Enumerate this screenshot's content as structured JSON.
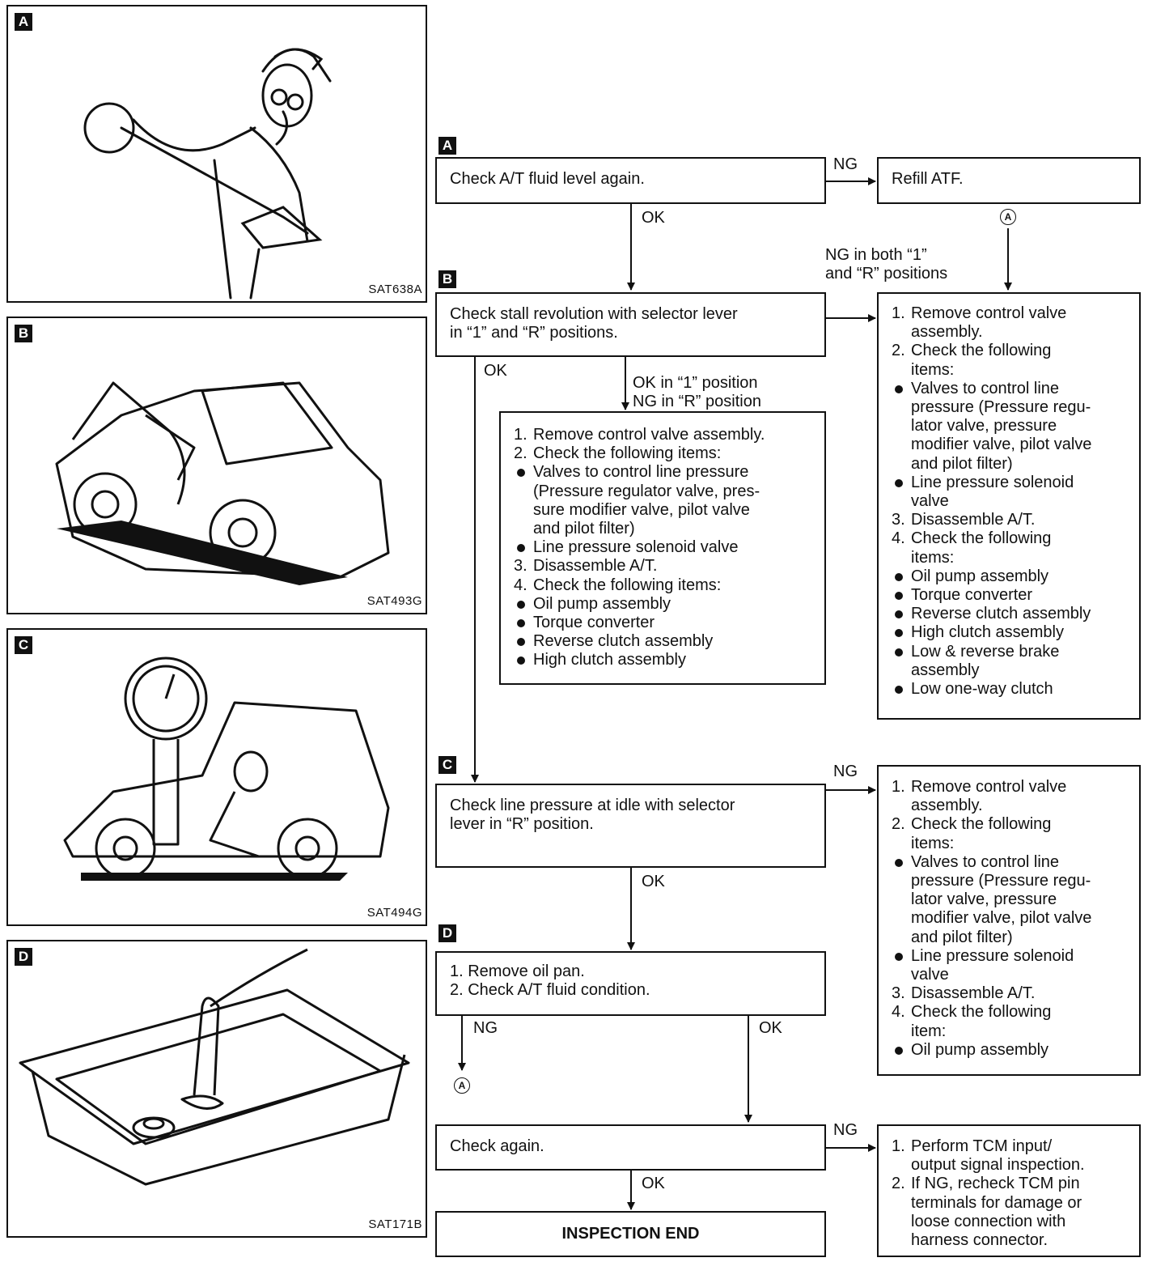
{
  "illustrations": [
    {
      "tag": "A",
      "code": "SAT638A"
    },
    {
      "tag": "B",
      "code": "SAT493G"
    },
    {
      "tag": "C",
      "code": "SAT494G"
    },
    {
      "tag": "D",
      "code": "SAT171B"
    }
  ],
  "steps": {
    "a": {
      "tag": "A",
      "text": "Check A/T fluid level again."
    },
    "b": {
      "tag": "B",
      "text": "Check stall revolution with selector lever\nin “1” and “R” positions."
    },
    "c": {
      "tag": "C",
      "text": "Check line pressure at idle with selector\nlever in “R” position."
    },
    "d": {
      "tag": "D",
      "text": "1. Remove oil pan.\n2. Check A/T fluid condition."
    },
    "again": {
      "text": "Check again."
    },
    "end": {
      "text": "INSPECTION END"
    }
  },
  "refill": {
    "text": "Refill ATF."
  },
  "labels": {
    "ng_a": "NG",
    "ok_a": "OK",
    "ng_both": "NG in both “1”\nand “R” positions",
    "ok_b": "OK",
    "ok1_ngr": "OK in “1” position\nNG in “R” position",
    "ng_c": "NG",
    "ok_c": "OK",
    "ng_d": "NG",
    "ok_d": "OK",
    "ng_again": "NG",
    "ok_again": "OK",
    "connector": "A"
  },
  "box_mid": [
    {
      "m": "1.",
      "t": "Remove control valve assembly."
    },
    {
      "m": "2.",
      "t": "Check the following items:"
    },
    {
      "m": "•",
      "t": "Valves to control line pressure\n(Pressure regulator valve, pres-\nsure modifier valve, pilot valve\nand pilot filter)"
    },
    {
      "m": "•",
      "t": "Line pressure solenoid valve"
    },
    {
      "m": "3.",
      "t": "Disassemble A/T."
    },
    {
      "m": "4.",
      "t": "Check the following items:"
    },
    {
      "m": "•",
      "t": "Oil pump assembly"
    },
    {
      "m": "•",
      "t": "Torque converter"
    },
    {
      "m": "•",
      "t": "Reverse clutch assembly"
    },
    {
      "m": "•",
      "t": "High clutch assembly"
    }
  ],
  "box_right1": [
    {
      "m": "1.",
      "t": "Remove control valve\nassembly."
    },
    {
      "m": "2.",
      "t": "Check the following\nitems:"
    },
    {
      "m": "•",
      "t": "Valves to control line\npressure (Pressure regu-\nlator valve, pressure\nmodifier valve, pilot valve\nand pilot filter)"
    },
    {
      "m": "•",
      "t": "Line pressure solenoid\nvalve"
    },
    {
      "m": "3.",
      "t": "Disassemble A/T."
    },
    {
      "m": "4.",
      "t": "Check the following\nitems:"
    },
    {
      "m": "•",
      "t": "Oil pump assembly"
    },
    {
      "m": "•",
      "t": "Torque converter"
    },
    {
      "m": "•",
      "t": "Reverse clutch assembly"
    },
    {
      "m": "•",
      "t": "High clutch assembly"
    },
    {
      "m": "•",
      "t": "Low & reverse brake\nassembly"
    },
    {
      "m": "•",
      "t": "Low one-way clutch"
    }
  ],
  "box_right2": [
    {
      "m": "1.",
      "t": "Remove control valve\nassembly."
    },
    {
      "m": "2.",
      "t": "Check the following\nitems:"
    },
    {
      "m": "•",
      "t": "Valves to control line\npressure (Pressure regu-\nlator valve, pressure\nmodifier valve, pilot valve\nand pilot filter)"
    },
    {
      "m": "•",
      "t": "Line pressure solenoid\nvalve"
    },
    {
      "m": "3.",
      "t": "Disassemble A/T."
    },
    {
      "m": "4.",
      "t": "Check the following\nitem:"
    },
    {
      "m": "•",
      "t": "Oil pump assembly"
    }
  ],
  "box_right3": [
    {
      "m": "1.",
      "t": "Perform TCM input/\noutput signal inspection."
    },
    {
      "m": "2.",
      "t": "If NG, recheck TCM pin\nterminals for damage or\nloose connection with\nharness connector."
    }
  ]
}
